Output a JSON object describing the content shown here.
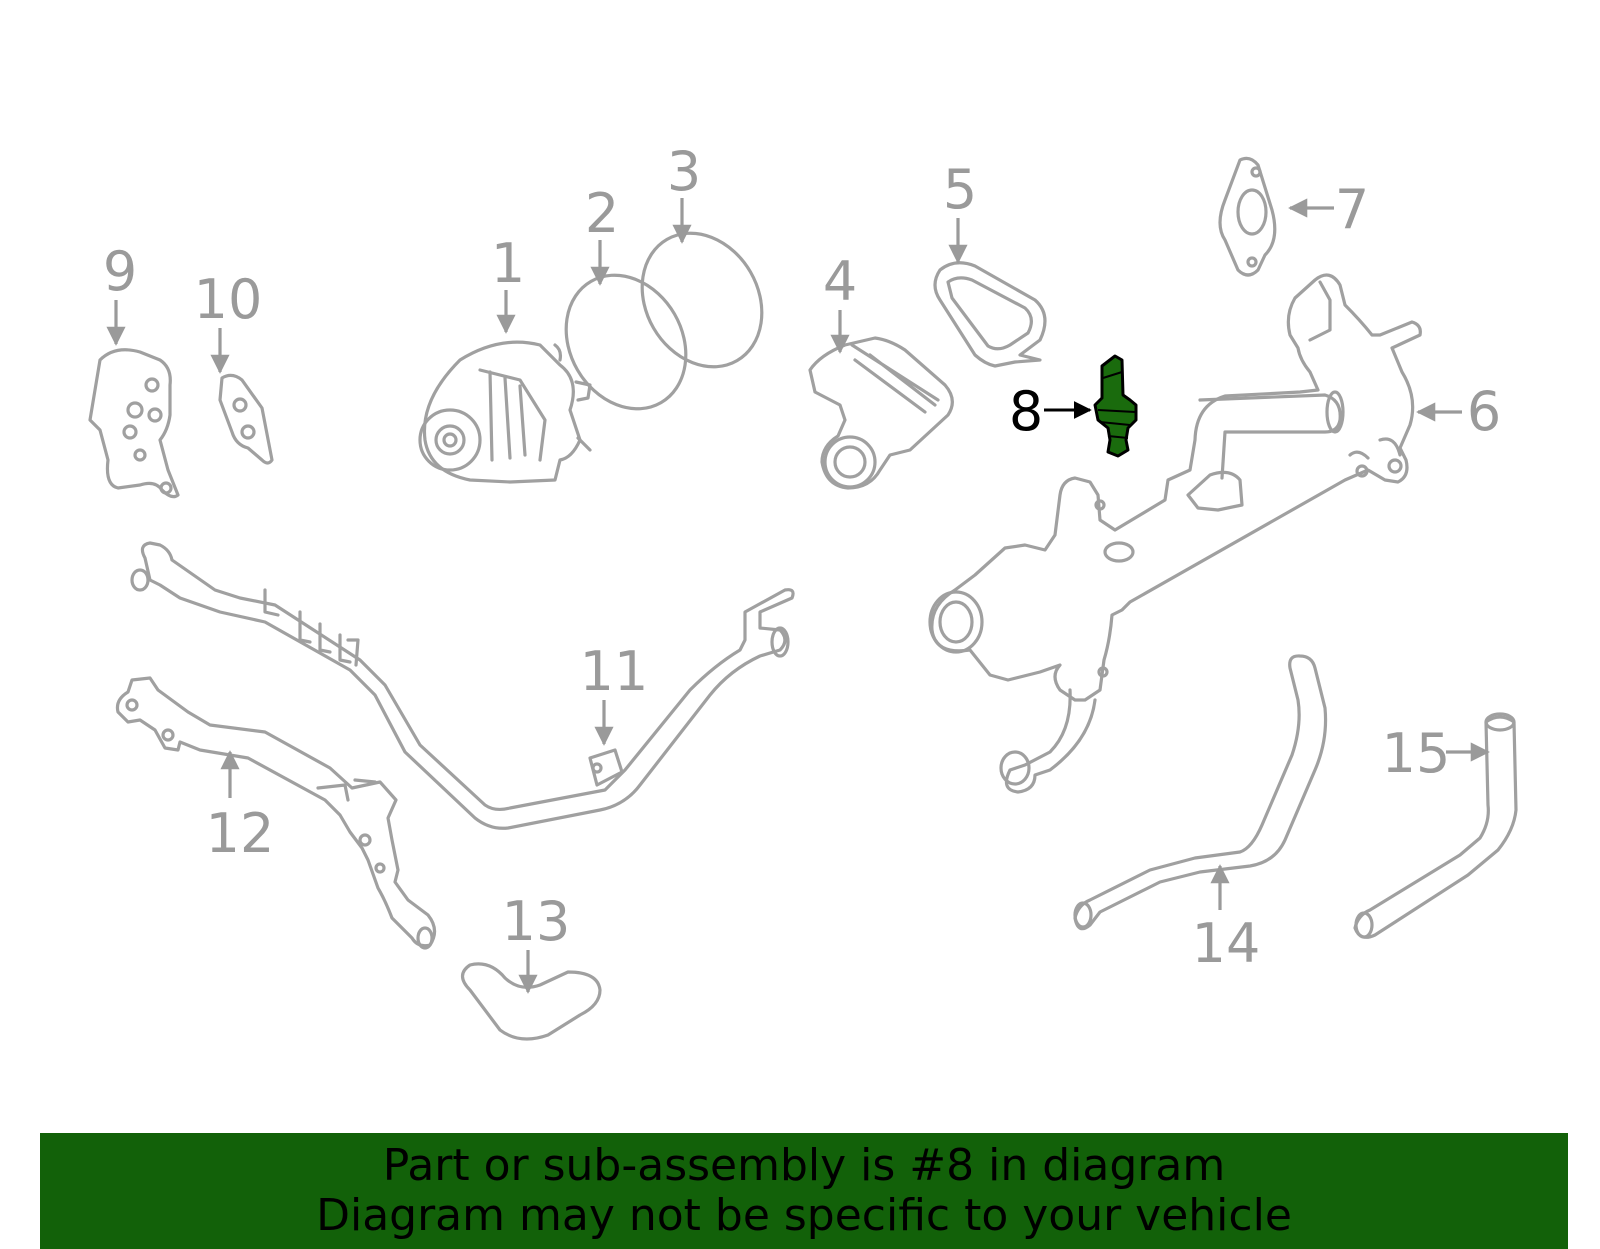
{
  "labels": {
    "p1": "1",
    "p2": "2",
    "p3": "3",
    "p4": "4",
    "p5": "5",
    "p6": "6",
    "p7": "7",
    "p8": "8",
    "p9": "9",
    "p10": "10",
    "p11": "11",
    "p12": "12",
    "p13": "13",
    "p14": "14",
    "p15": "15"
  },
  "banner": {
    "line1": "Part or sub-assembly is #8 in diagram",
    "line2": "Diagram may not be specific to your vehicle"
  },
  "colors": {
    "outline": "#a0a0a0",
    "label": "#9a9a9a",
    "highlight_part": "#1a6b0d",
    "banner": "#126109"
  },
  "highlighted_part": "8"
}
